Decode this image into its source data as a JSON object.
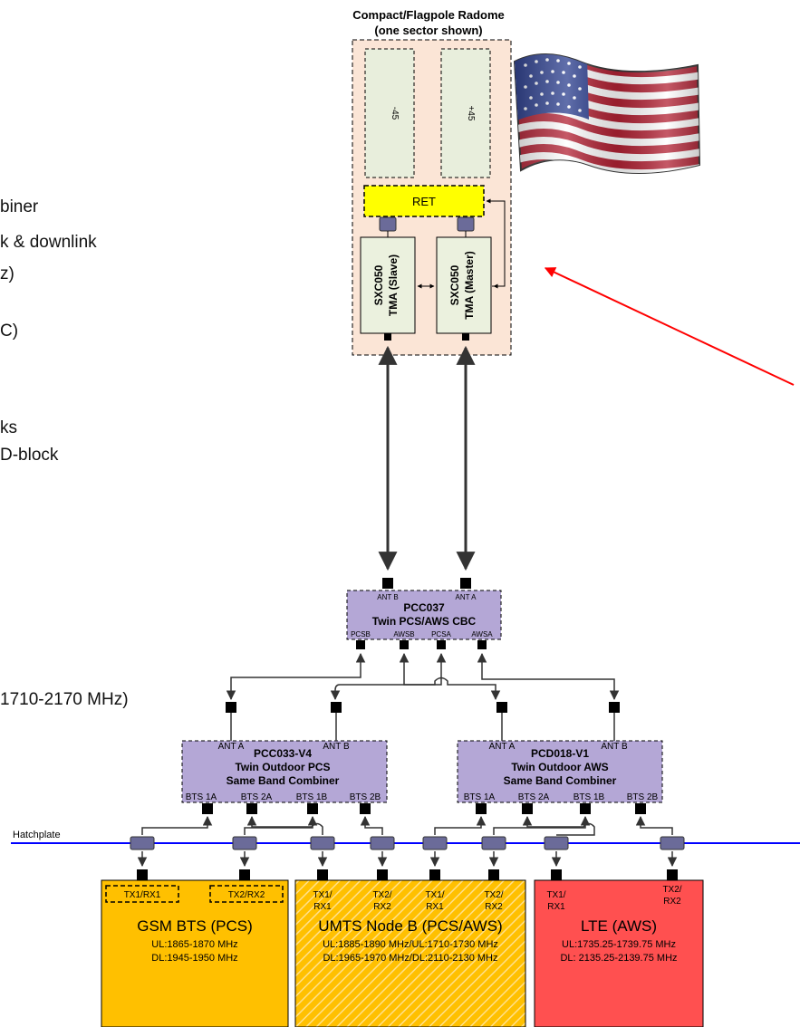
{
  "radome": {
    "title_line1": "Compact/Flagpole Radome",
    "title_line2": "(one sector shown)",
    "element_left": "-45",
    "element_right": "+45",
    "ret": "RET",
    "tma_slave_line1": "SXC050",
    "tma_slave_line2": "TMA (Slave)",
    "tma_master_line1": "SXC050",
    "tma_master_line2": "TMA (Master)"
  },
  "side_text": [
    "biner",
    "k & downlink",
    "z)",
    "C)",
    "ks",
    "D-block",
    "1710-2170 MHz)"
  ],
  "flag_icon": "us-flag-icon",
  "cbc": {
    "ant_b": "ANT B",
    "ant_a": "ANT A",
    "name": "PCC037",
    "subtitle": "Twin PCS/AWS CBC",
    "ports": [
      "PCSB",
      "AWSB",
      "PCSA",
      "AWSA"
    ]
  },
  "pcs_combiner": {
    "ant_a": "ANT A",
    "ant_b": "ANT B",
    "name": "PCC033-V4",
    "line2": "Twin Outdoor PCS",
    "line3": "Same Band Combiner",
    "ports": [
      "BTS 1A",
      "BTS 2A",
      "BTS 1B",
      "BTS 2B"
    ]
  },
  "aws_combiner": {
    "ant_a": "ANT A",
    "ant_b": "ANT B",
    "name": "PCD018-V1",
    "line2": "Twin Outdoor AWS",
    "line3": "Same Band Combiner",
    "ports": [
      "BTS 1A",
      "BTS 2A",
      "BTS 1B",
      "BTS 2B"
    ]
  },
  "hatchplate": "Hatchplate",
  "gsm": {
    "port1": "TX1/RX1",
    "port2": "TX2/RX2",
    "name": "GSM BTS (PCS)",
    "ul": "UL:1865-1870 MHz",
    "dl": "DL:1945-1950 MHz"
  },
  "umts": {
    "port1_l1": "TX1/",
    "port1_l2": "RX1",
    "port2_l1": "TX2/",
    "port2_l2": "RX2",
    "port3_l1": "TX1/",
    "port3_l2": "RX1",
    "port4_l1": "TX2/",
    "port4_l2": "RX2",
    "name": "UMTS Node B (PCS/AWS)",
    "ul": "UL:1885-1890 MHz/UL:1710-1730 MHz",
    "dl": "DL:1965-1970 MHz/DL:2110-2130 MHz"
  },
  "lte": {
    "port1_l1": "TX1/",
    "port1_l2": "RX1",
    "port2_l1": "TX2/",
    "port2_l2": "RX2",
    "name": "LTE (AWS)",
    "ul": "UL:1735.25-1739.75 MHz",
    "dl": "DL: 2135.25-2139.75 MHz"
  },
  "colors": {
    "radome_fill": "#fbe5d6",
    "element_fill": "#e8eedc",
    "ret_fill": "#ffff00",
    "tma_fill": "#ebf1de",
    "combiner_fill": "#b4a7d6",
    "gsm_fill": "#ffc000",
    "umts_fill": "#ffc000",
    "lte_fill": "#ff5050",
    "hatchplate_line": "#0000ff",
    "pointer_arrow": "#ff0000"
  }
}
